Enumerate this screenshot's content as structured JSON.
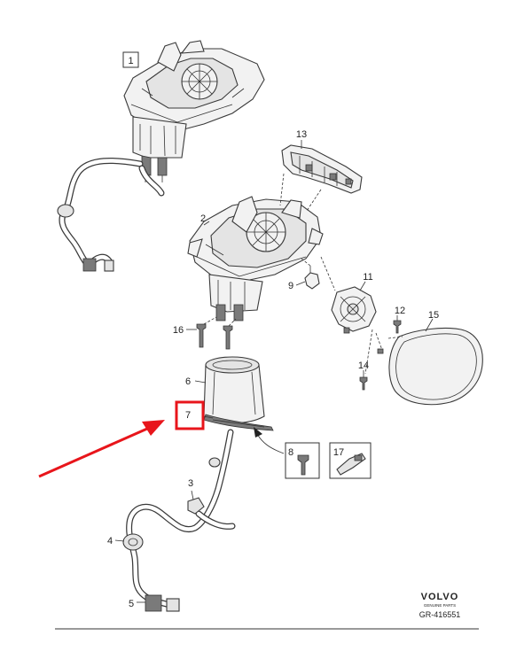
{
  "callouts": {
    "p1": "1",
    "p2": "2",
    "p3": "3",
    "p4": "4",
    "p5": "5",
    "p6": "6",
    "p7": "7",
    "p8": "8",
    "p9": "9",
    "p11": "11",
    "p12": "12",
    "p13": "13",
    "p14": "14",
    "p15": "15",
    "p16": "16",
    "p17": "17"
  },
  "brand": {
    "logo": "VOLVO",
    "tagline": "GENUINE PARTS",
    "ref": "GR-416551"
  },
  "colors": {
    "highlight": "#e8151b",
    "line": "#333333",
    "part_fill": "#f2f2f2"
  }
}
